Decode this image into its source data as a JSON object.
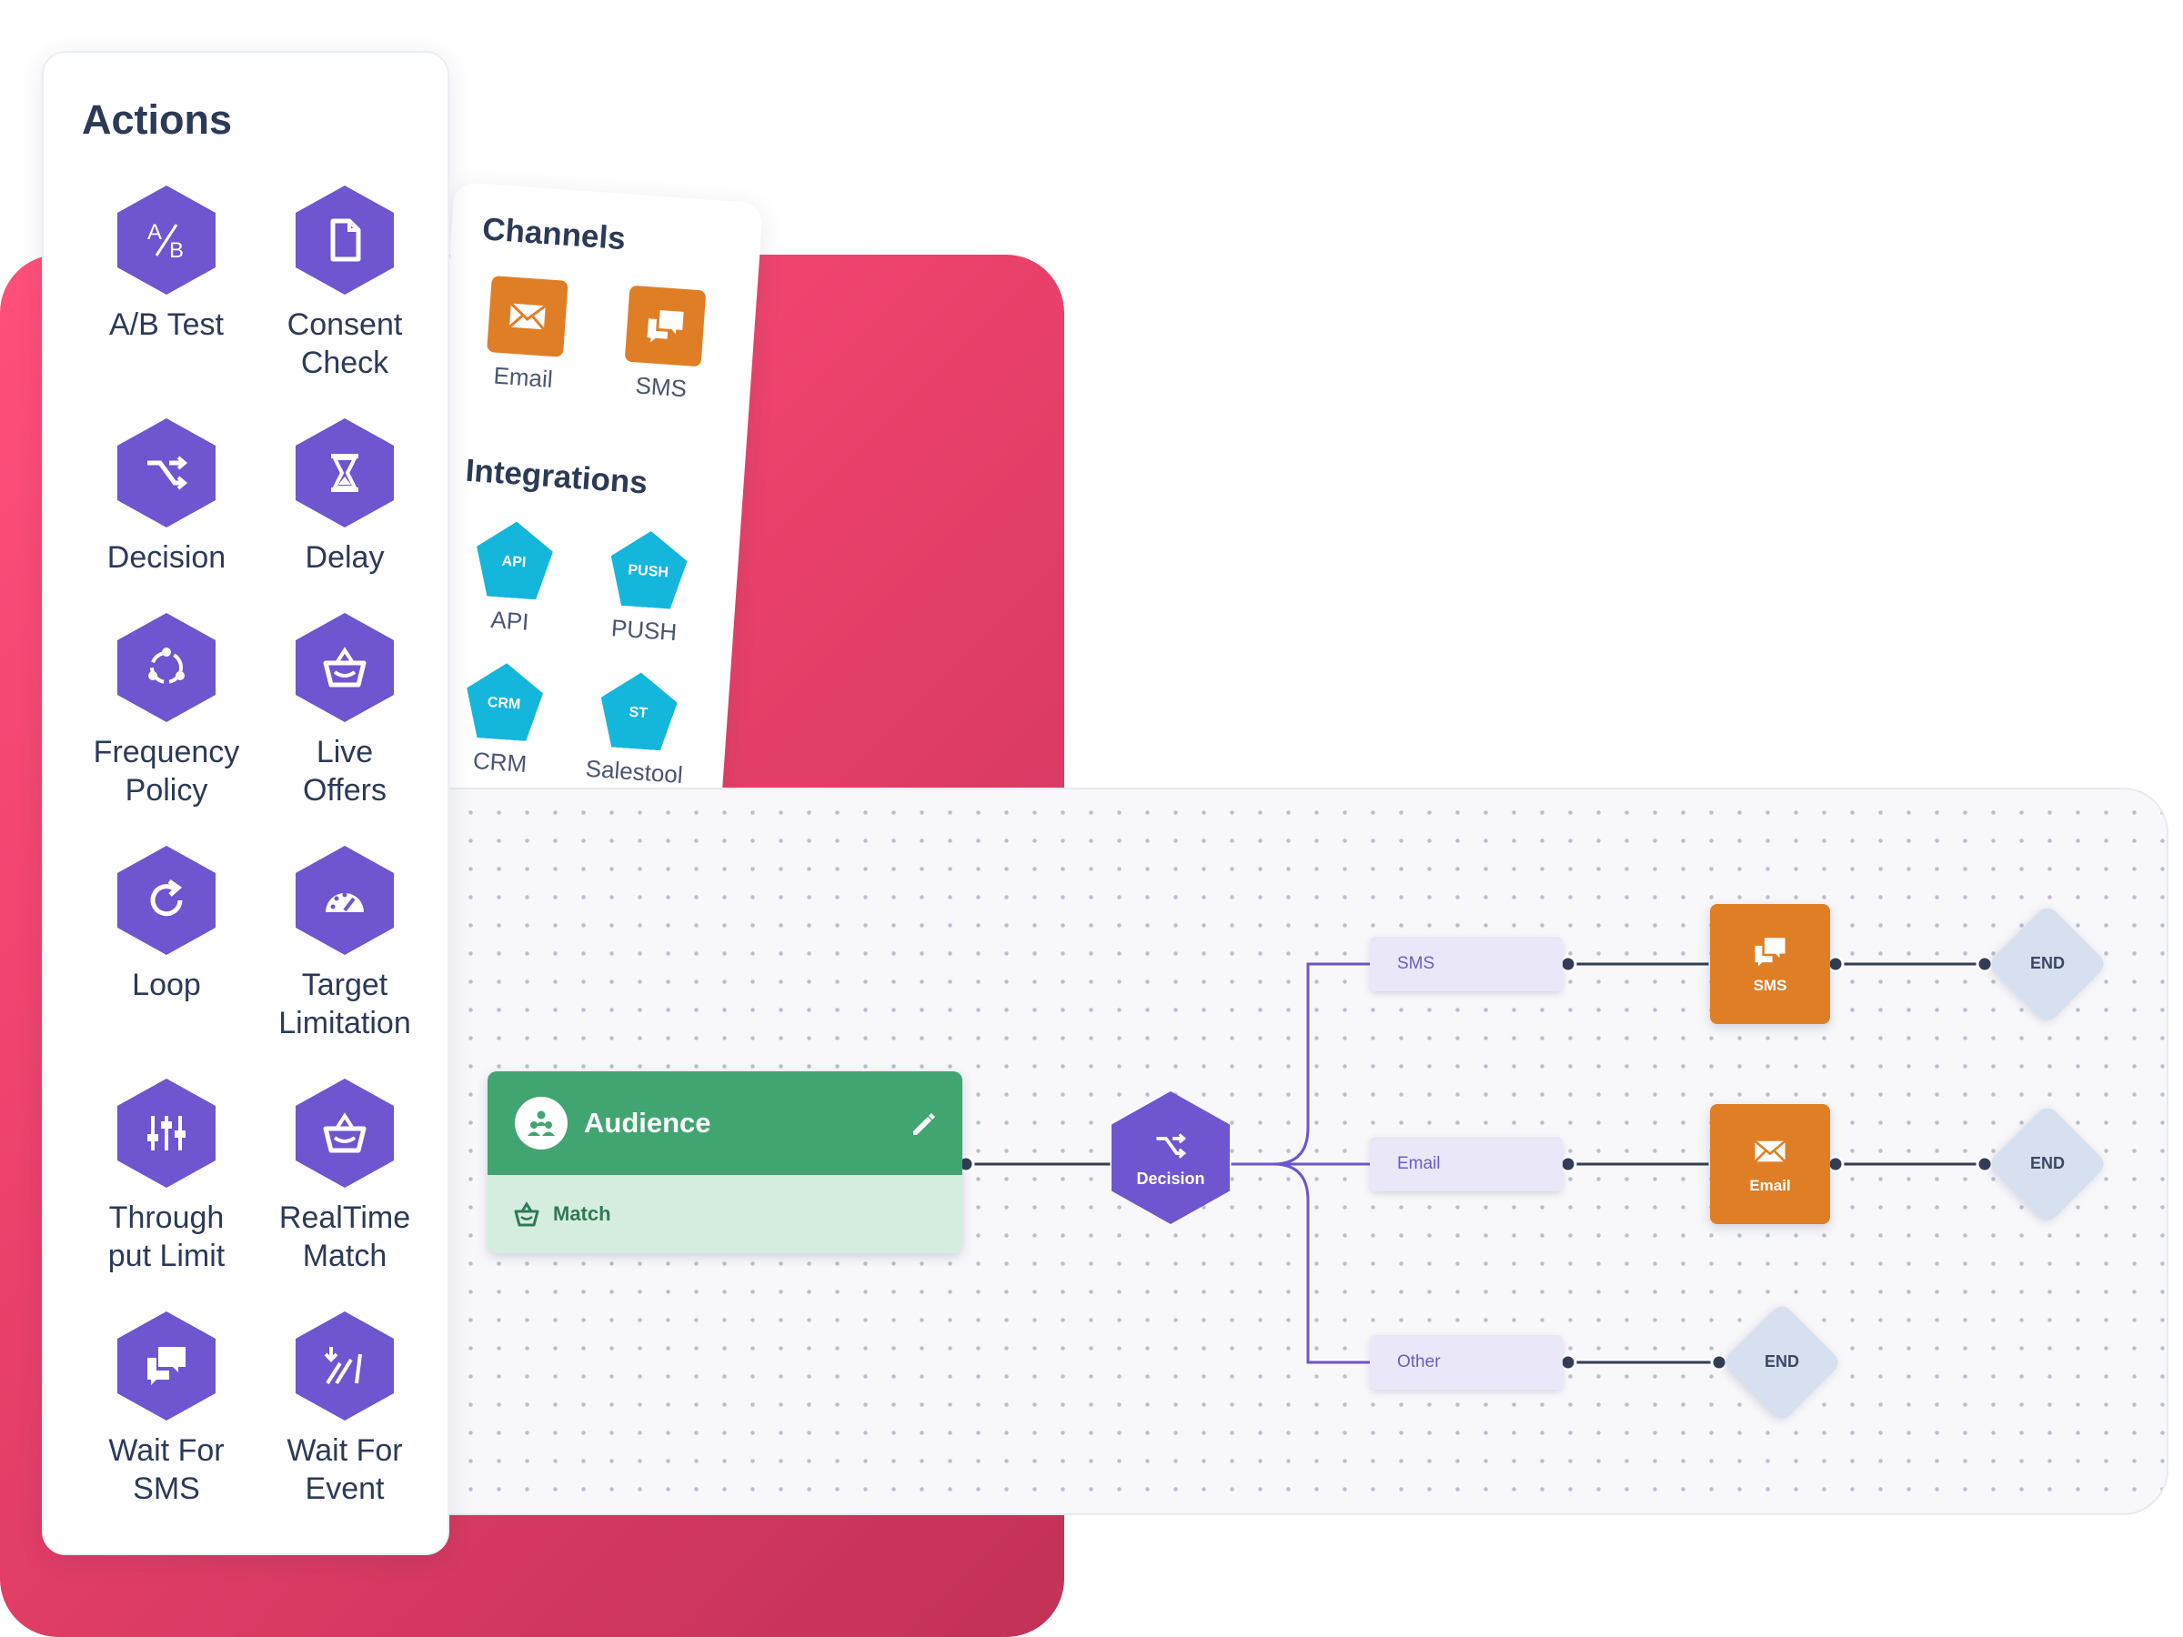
{
  "actions": {
    "title": "Actions",
    "items": [
      {
        "label": "A/B Test",
        "icon": "ab-test-icon"
      },
      {
        "label": "Consent\nCheck",
        "icon": "document-icon"
      },
      {
        "label": "Decision",
        "icon": "decision-icon"
      },
      {
        "label": "Delay",
        "icon": "hourglass-icon"
      },
      {
        "label": "Frequency\nPolicy",
        "icon": "cycle-icon"
      },
      {
        "label": "Live\nOffers",
        "icon": "basket-icon"
      },
      {
        "label": "Loop",
        "icon": "loop-icon"
      },
      {
        "label": "Target\nLimitation",
        "icon": "gauge-icon"
      },
      {
        "label": "Through\nput Limit",
        "icon": "sliders-icon"
      },
      {
        "label": "RealTime\nMatch",
        "icon": "basket-icon"
      },
      {
        "label": "Wait For\nSMS",
        "icon": "chat-icon"
      },
      {
        "label": "Wait For\nEvent",
        "icon": "event-icon"
      }
    ]
  },
  "channels": {
    "title": "Channels",
    "items": [
      {
        "label": "Email",
        "icon": "envelope-icon"
      },
      {
        "label": "SMS",
        "icon": "chat-icon"
      }
    ]
  },
  "integrations": {
    "title": "Integrations",
    "items": [
      {
        "badge": "API",
        "label": "API"
      },
      {
        "badge": "PUSH",
        "label": "PUSH"
      },
      {
        "badge": "CRM",
        "label": "CRM"
      },
      {
        "badge": "ST",
        "label": "Salestool"
      }
    ]
  },
  "flow": {
    "audience": {
      "title": "Audience",
      "match_label": "Match"
    },
    "decision": {
      "label": "Decision"
    },
    "branches": [
      {
        "label": "SMS",
        "channel": "SMS",
        "end": "END"
      },
      {
        "label": "Email",
        "channel": "Email",
        "end": "END"
      },
      {
        "label": "Other",
        "end": "END"
      }
    ]
  },
  "colors": {
    "purple": "#6f55cf",
    "orange": "#e07e26",
    "cyan": "#14b6dc",
    "green": "#41a572",
    "pink": "#e8406a"
  }
}
